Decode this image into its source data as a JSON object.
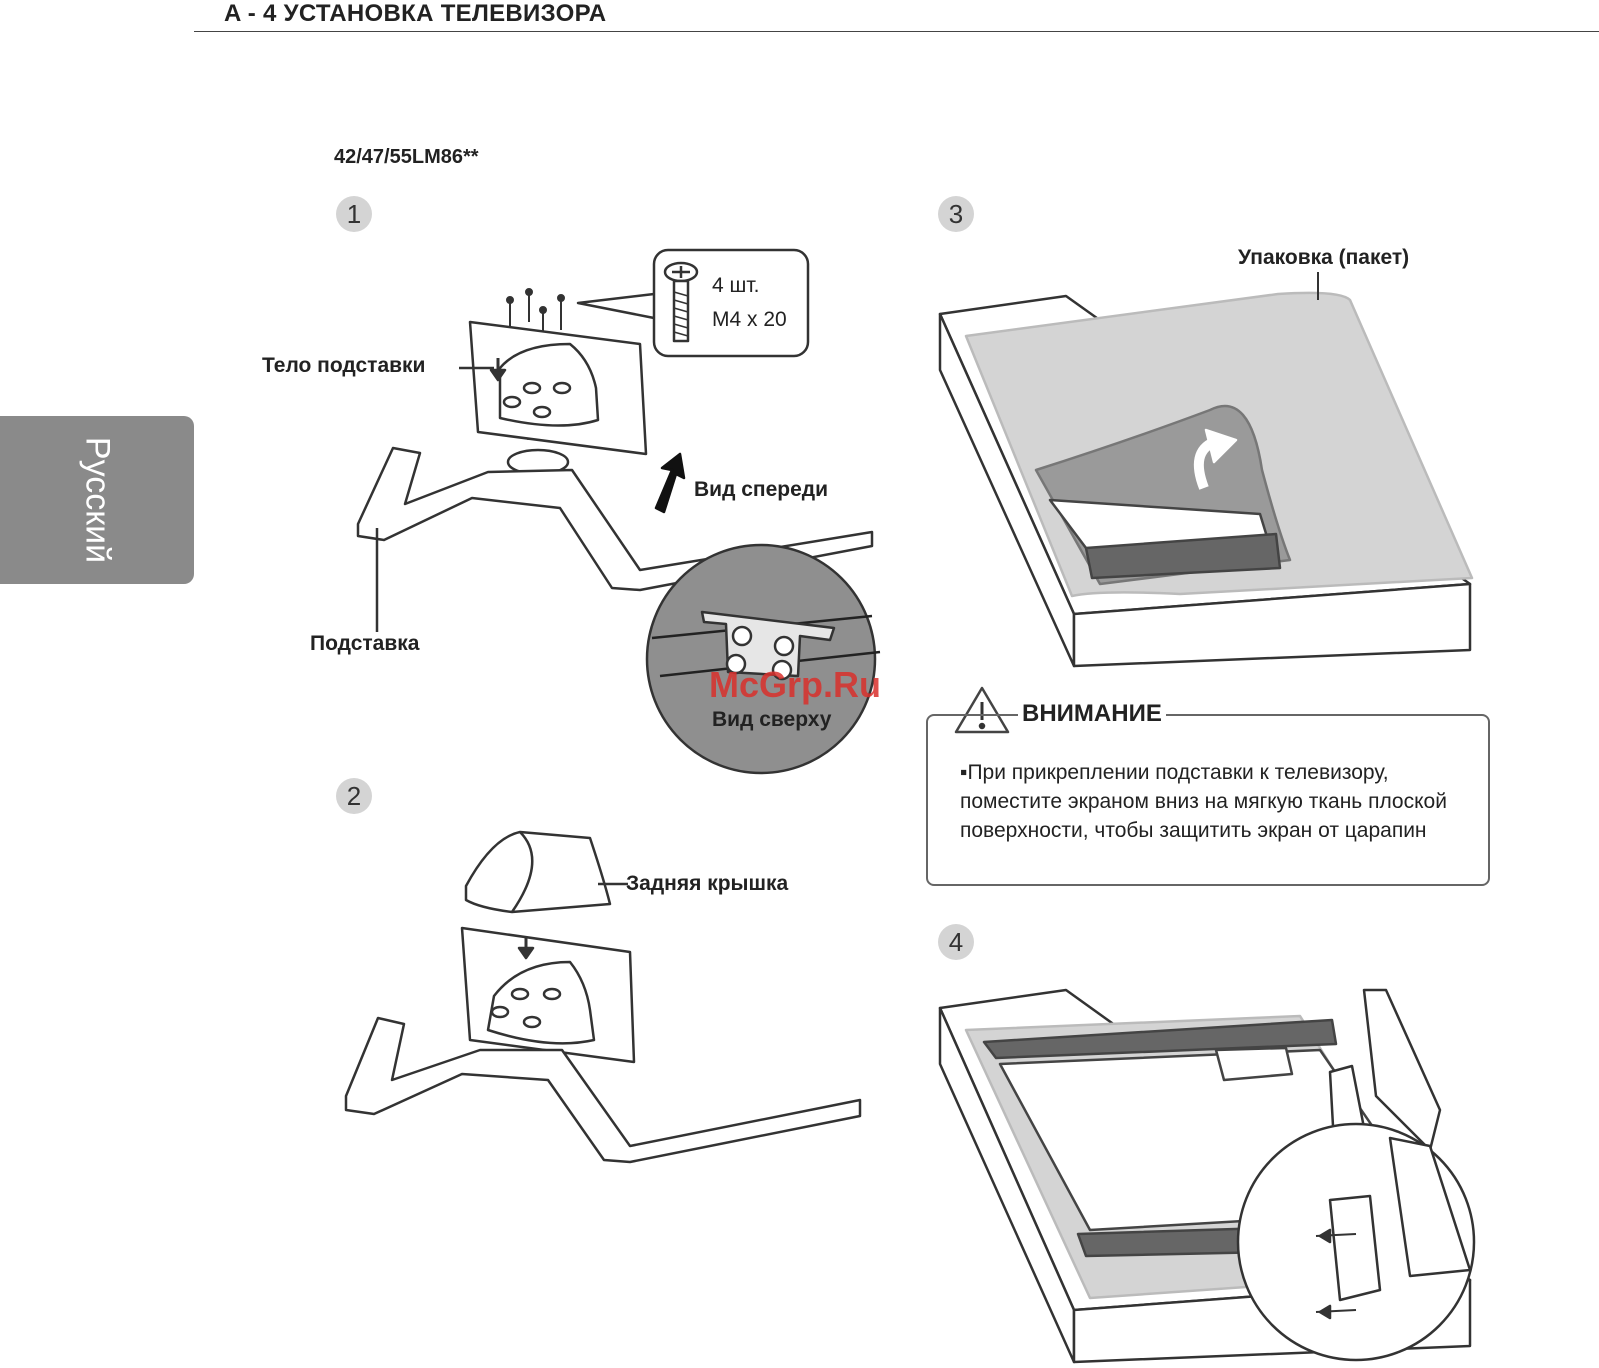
{
  "header": {
    "title": "A - 4   УСТАНОВКА ТЕЛЕВИЗОРА"
  },
  "language_tab": {
    "label": "Русский"
  },
  "model": "42/47/55LM86**",
  "steps": [
    "1",
    "2",
    "3",
    "4"
  ],
  "step1": {
    "screw_count": "4 шт.",
    "screw_size": "M4 x 20",
    "stand_body_label": "Тело подставки",
    "front_view_label": "Вид спереди",
    "stand_label": "Подставка",
    "top_view_label": "Вид сверху"
  },
  "step2": {
    "back_cover_label": "Задняя крышка"
  },
  "step3": {
    "packaging_label": "Упаковка (пакет)"
  },
  "caution": {
    "title": "ВНИМАНИЕ",
    "text": "▪При прикреплении подставки к телевизору, поместите экраном вниз на мягкую ткань плоской поверхности, чтобы защитить экран от царапин"
  },
  "watermark": "McGrp.Ru"
}
